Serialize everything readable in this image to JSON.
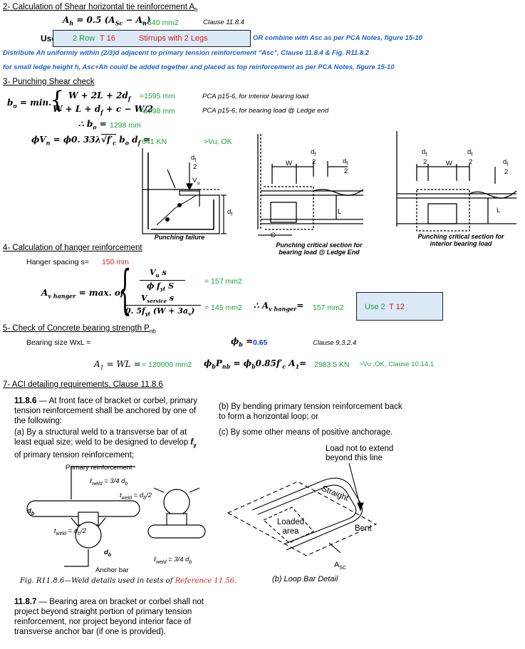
{
  "sec2": {
    "title": "2- Calculation of Shear horizontal tie reinforcement A",
    "title_sub": "h",
    "eq": "A_h = 0.5 (A_sc − A_n)",
    "eq_lhs": "A",
    "eq_lhs_sub": "h",
    "eq_rhs": " = 0.5 (A",
    "eq_sc": "Sc",
    "eq_mid": " − A",
    "eq_n": "n",
    "eq_end": ")",
    "value": "= 640 mm2",
    "clause": "Clause 11.8.4",
    "use_label": "Use",
    "use_rows": "2 Row",
    "use_bar": "T 16",
    "use_stirrups": "Stirrups with 2 Legs",
    "or_note": "OR combine with Asc as per PCA Notes, figure 15-10",
    "note1": "Distribute Ah uniformly within (2/3)d adjacent to primary tension reinforcement \"Asc\", Clause 11.8.4 & Fig. R11.8.2",
    "note2": "for small ledge height h, Asc+Ah could be added together and placed as top reinforcement as per PCA Notes, figure 15-10"
  },
  "sec3": {
    "title": "3- Punching Shear check",
    "bo_lhs": "b",
    "bo_sub": "o",
    "bo_eq": " = min.",
    "line1": "W + 2L + 2d",
    "line1_sub": "f",
    "line1_val": "=1595 mm",
    "line1_ref": "PCA p15-6, for interior bearing load",
    "line2": "W + L + d",
    "line2_sub": "f",
    "line2_rest": " + c − W/2",
    "line2_val": "=1298 mm",
    "line2_ref": "PCA p15-6, for bearing load @ Ledge end",
    "therefore": "∴ b",
    "therefore_sub": "o",
    "therefore_eq": " =",
    "bo_val": "1298 mm",
    "phi_eq": "ϕV",
    "phi_n": "n",
    "phi_mid": " = ϕ0. 33λ",
    "phi_fc": "f′",
    "phi_c": "c",
    "phi_b": " b",
    "phi_bo": "o",
    "phi_d": " d",
    "phi_df": "f",
    "phi_eqs": " =",
    "phi_val": "641 KN",
    "phi_ok": ">Vu, OK"
  },
  "figs": {
    "fail_caption": "Punching failure",
    "df": "d",
    "df_sub": "f",
    "two": "2",
    "vu": "V",
    "vu_sub": "u",
    "w": "W",
    "l": "L",
    "c": "C",
    "ledge_caption": "Punching critical section for bearing load @ Ledge End",
    "interior_caption": "Punching critical section for interior bearing load"
  },
  "sec4": {
    "title": "4- Calculation of hanger reinforcement",
    "spacing_label": "Hanger spacing s=",
    "spacing_val": "150 mm",
    "av_lhs": "A",
    "av_sub": "v hanger",
    "av_eq": " = max. of",
    "f1_num": "V",
    "f1_num_sub": "u",
    "f1_num_s": " s",
    "f1_den": "ϕ f",
    "f1_den_sub": "yt",
    "f1_den_s": " S",
    "f1_val": "= 157 mm2",
    "f2_num": "V",
    "f2_num_sub": "service",
    "f2_num_s": " s",
    "f2_den": "0. 5f",
    "f2_den_sub": "yt",
    "f2_den_rest": " (W + 3a",
    "f2_den_v": "v",
    "f2_den_end": ")",
    "f2_val": "= 145 mm2",
    "therefore": "∴ A",
    "therefore_sub": "v hanger",
    "therefore_eq": "=",
    "result_val": "157 mm2",
    "use_label": "Use 2",
    "use_bar": "T 12"
  },
  "sec5": {
    "title": "5- Check of Concrete bearing strength P",
    "title_sub": "nb",
    "bearing_label": "Bearing size WxL =",
    "phi_b": "ϕ",
    "phi_b_sub": "b",
    "phi_b_eq": " = ",
    "phi_b_val": "0.65",
    "phi_b_clause": "Clause 9.3.2.4",
    "a1_eq": "A",
    "a1_sub": "1",
    "a1_rest": " = WL =",
    "a1_val": "= 120000 mm2",
    "pnb_eq": "ϕ",
    "pnb_b": "b",
    "pnb_P": "P",
    "pnb_nb": "nb",
    "pnb_rest": " = ϕ",
    "pnb_b2": "b",
    "pnb_085": "0.85f′",
    "pnb_c": "c",
    "pnb_A": " A",
    "pnb_1": "1",
    "pnb_end": "=",
    "pnb_val": "2983.5 KN",
    "pnb_ok": ">Vu ,OK, Clause 10.14.1"
  },
  "sec7": {
    "title": "7- ACI detailing requirements, Clause 11.8.6",
    "p1_num": "11.8.6",
    "p1_text": " — At front face of bracket or corbel, primary tension reinforcement shall be anchored by one of the following:",
    "pa": "(a) By a structural weld to a transverse bar of at least equal size; weld to be designed to develop ",
    "pa_f": "f",
    "pa_y": "y",
    "pa_end": " of primary tension reinforcement;",
    "pb": "(b) By bending primary tension reinforcement back to form a horizontal loop; or",
    "pc": "(c) By some other means of positive anchorage.",
    "p2_num": "11.8.7",
    "p2_text": " — Bearing area on bracket or corbel shall not project beyond straight portion of primary tension reinforcement, nor project beyond interior face of transverse anchor bar (if one is provided).",
    "weld_primary": "Primary reinforcement",
    "weld_lw": "ℓ",
    "weld_lw_sub": "weld",
    "weld_34": " = 3/4 d",
    "weld_b": "b",
    "weld_tw": "t",
    "weld_tw_sub": "weld",
    "weld_db2": " = d",
    "weld_db2b": "b",
    "weld_db2c": "/2",
    "weld_db": "d",
    "weld_db_sub": "b",
    "weld_anchor": "Anchor bar",
    "weld_caption": "Fig. R11.8.6—Weld details used in tests of ",
    "weld_ref": "Reference 11.56.",
    "loop_note": "Load not to extend beyond this line",
    "loop_straight": "Straight",
    "loop_loaded": "Loaded area",
    "loop_bent": "Bent",
    "loop_asc": "A",
    "loop_asc_sub": "SC",
    "loop_caption": "(b) Loop Bar Detail"
  }
}
